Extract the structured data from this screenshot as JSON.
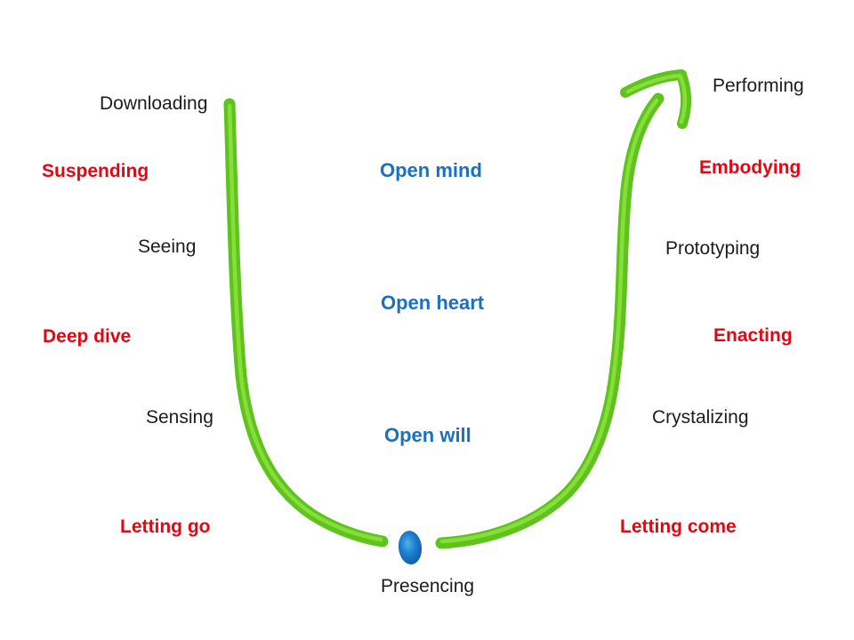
{
  "diagram": {
    "type": "theory-u-process",
    "colors": {
      "background": "#ffffff",
      "stage_text": "#1c1c1c",
      "action_text": "#e30613",
      "open_text": "#1b70c0",
      "curve_green": "#5fc31d",
      "curve_green_light": "#8ee23f",
      "dot_blue": "#1d7fd0"
    },
    "left": {
      "downloading": "Downloading",
      "suspending": "Suspending",
      "seeing": "Seeing",
      "deep_dive": "Deep dive",
      "sensing": "Sensing",
      "letting_go": "Letting go"
    },
    "center": {
      "open_mind": "Open mind",
      "open_heart": "Open heart",
      "open_will": "Open will",
      "presencing": "Presencing"
    },
    "right": {
      "letting_come": "Letting come",
      "crystalizing": "Crystalizing",
      "enacting": "Enacting",
      "prototyping": "Prototyping",
      "embodying": "Embodying",
      "performing": "Performing"
    }
  }
}
